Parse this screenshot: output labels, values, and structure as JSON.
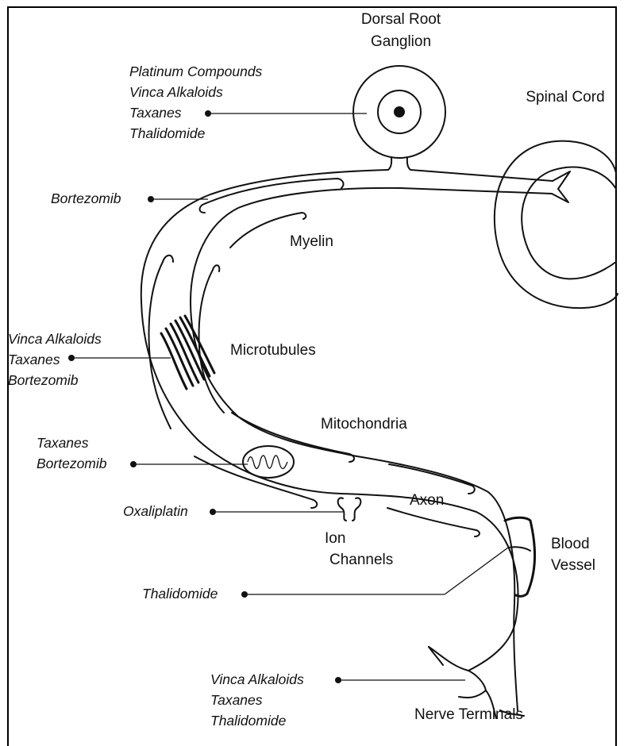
{
  "structures": {
    "dorsal_root_ganglion": [
      "Dorsal Root",
      "Ganglion"
    ],
    "spinal_cord": "Spinal Cord",
    "myelin": "Myelin",
    "microtubules": "Microtubules",
    "mitochondria": "Mitochondria",
    "axon": "Axon",
    "ion_channels": [
      "Ion",
      "Channels"
    ],
    "blood_vessel": [
      "Blood",
      "Vessel"
    ],
    "nerve_terminals": "Nerve Terminals"
  },
  "drug_groups": {
    "ganglion": [
      "Platinum Compounds",
      "Vinca Alkaloids",
      "Taxanes",
      "Thalidomide"
    ],
    "myelin": [
      "Bortezomib"
    ],
    "microtubules": [
      "Vinca Alkaloids",
      "Taxanes",
      "Bortezomib"
    ],
    "mitochondria": [
      "Taxanes",
      "Bortezomib"
    ],
    "ion_channels": [
      "Oxaliplatin"
    ],
    "blood_vessel": [
      "Thalidomide"
    ],
    "nerve_terminals": [
      "Vinca Alkaloids",
      "Taxanes",
      "Thalidomide"
    ]
  }
}
